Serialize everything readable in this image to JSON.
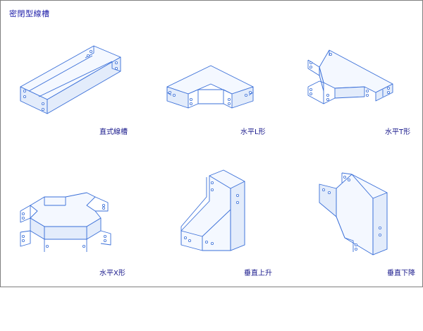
{
  "title": "密閉型線槽",
  "colors": {
    "line": "#3a6fd8",
    "face": "#f4f8ff",
    "shade": "#e3ecfb",
    "caption": "#1a1a8c",
    "title": "#1c1ca8"
  },
  "fittings": [
    {
      "key": "straight",
      "label": "直式線槽"
    },
    {
      "key": "elbow",
      "label": "水平L形"
    },
    {
      "key": "tee",
      "label": "水平T形"
    },
    {
      "key": "cross",
      "label": "水平X形"
    },
    {
      "key": "vertical-up",
      "label": "垂直上升"
    },
    {
      "key": "vertical-down",
      "label": "垂直下降"
    }
  ]
}
